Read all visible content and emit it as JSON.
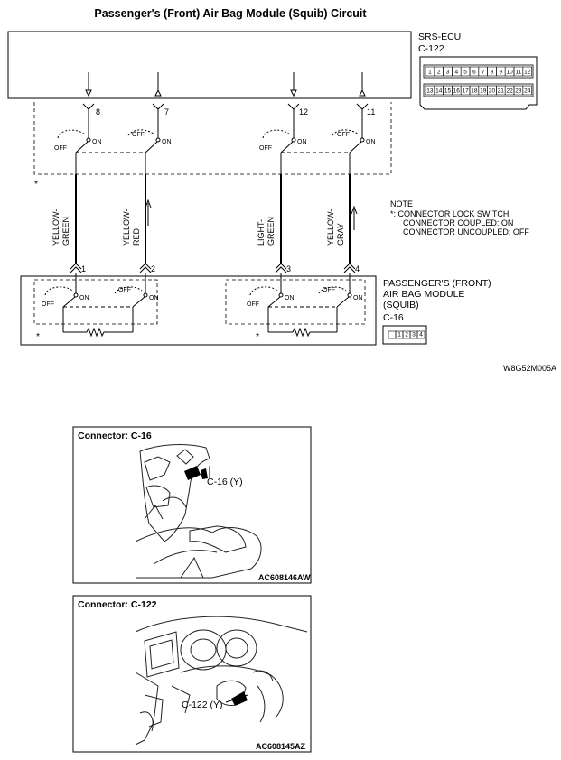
{
  "title": "Passenger's (Front) Air Bag Module (Squib) Circuit",
  "ecu": {
    "name": "SRS-ECU",
    "connector": "C-122",
    "top_pins": [
      "1",
      "2",
      "3",
      "4",
      "5",
      "6",
      "7",
      "8",
      "9",
      "10",
      "11",
      "12"
    ],
    "bottom_pins": [
      "13",
      "14",
      "15",
      "16",
      "17",
      "18",
      "19",
      "20",
      "21",
      "22",
      "23",
      "24"
    ]
  },
  "ecu_terminals": [
    "8",
    "7",
    "12",
    "11"
  ],
  "module_terminals": [
    "1",
    "2",
    "3",
    "4"
  ],
  "wires": [
    {
      "l1": "YELLOW-",
      "l2": "GREEN"
    },
    {
      "l1": "YELLOW-",
      "l2": "RED"
    },
    {
      "l1": "LIGHT-",
      "l2": "GREEN"
    },
    {
      "l1": "YELLOW-",
      "l2": "GRAY"
    }
  ],
  "switch": {
    "off": "OFF",
    "on": "ON",
    "asterisk": "*"
  },
  "note": {
    "title": "NOTE",
    "line1": "*: CONNECTOR LOCK SWITCH",
    "line2": "CONNECTOR COUPLED: ON",
    "line3": "CONNECTOR UNCOUPLED: OFF"
  },
  "module": {
    "line1": "PASSENGER'S (FRONT)",
    "line2": "AIR BAG MODULE",
    "line3": "(SQUIB)",
    "connector": "C-16",
    "pins": [
      "1",
      "2",
      "3",
      "4"
    ]
  },
  "diagram_code": "W8G52M005A",
  "photo1": {
    "title": "Connector: C-16",
    "callout": "C-16 (Y)",
    "code": "AC608146AW"
  },
  "photo2": {
    "title": "Connector: C-122",
    "callout": "C-122 (Y)",
    "code": "AC608145AZ"
  }
}
